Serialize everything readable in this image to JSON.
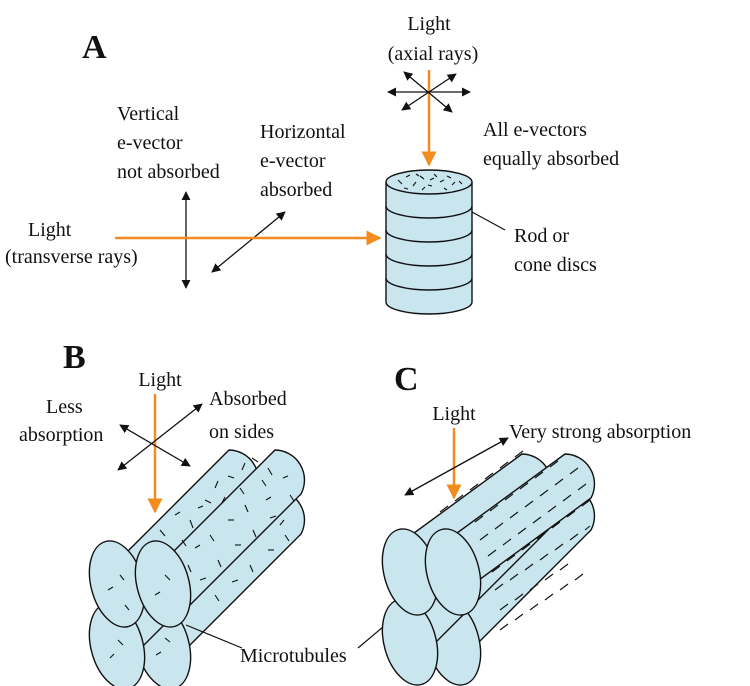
{
  "panels": {
    "a": {
      "letter": "A",
      "light_axial": [
        "Light",
        "(axial rays)"
      ],
      "all_evectors": [
        "All e-vectors",
        "equally absorbed"
      ],
      "vertical": [
        "Vertical",
        "e-vector",
        "not absorbed"
      ],
      "horizontal": [
        "Horizontal",
        "e-vector",
        "absorbed"
      ],
      "light_transverse": [
        "Light",
        "(transverse rays)"
      ],
      "rod_cone": [
        "Rod or",
        "cone discs"
      ]
    },
    "b": {
      "letter": "B",
      "light": "Light",
      "less_absorption": [
        "Less",
        "absorption"
      ],
      "absorbed_sides": [
        "Absorbed",
        "on sides"
      ]
    },
    "c": {
      "letter": "C",
      "light": "Light",
      "very_strong": "Very strong absorption"
    },
    "microtubules": "Microtubules"
  },
  "colors": {
    "light_ray": "#f28c1e",
    "structure_fill": "#c9e6ee",
    "outline": "#111111"
  }
}
